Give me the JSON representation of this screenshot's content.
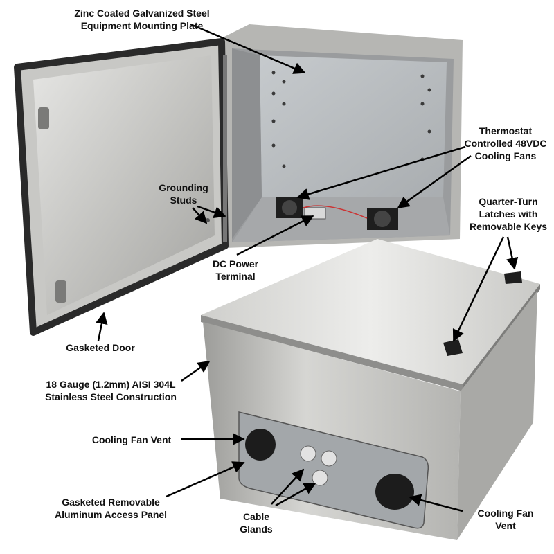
{
  "labels": {
    "mounting_plate": "Zinc Coated Galvanized Steel\nEquipment Mounting Plate",
    "fans": "Thermostat\nControlled 48VDC\nCooling Fans",
    "grounding": "Grounding\nStuds",
    "latches": "Quarter-Turn\nLatches with\nRemovable Keys",
    "dc_terminal": "DC Power\nTerminal",
    "door": "Gasketed Door",
    "steel": "18 Gauge (1.2mm) AISI 304L\nStainless Steel Construction",
    "vent_left": "Cooling Fan Vent",
    "panel": "Gasketed Removable\nAluminum Access Panel",
    "glands": "Cable\nGlands",
    "vent_right": "Cooling Fan\nVent"
  },
  "colors": {
    "steel_light": "#d8d8d6",
    "steel_mid": "#b9b9b6",
    "steel_dark": "#8e8e8c",
    "gasket": "#2a2a2a",
    "arrow": "#000000"
  }
}
